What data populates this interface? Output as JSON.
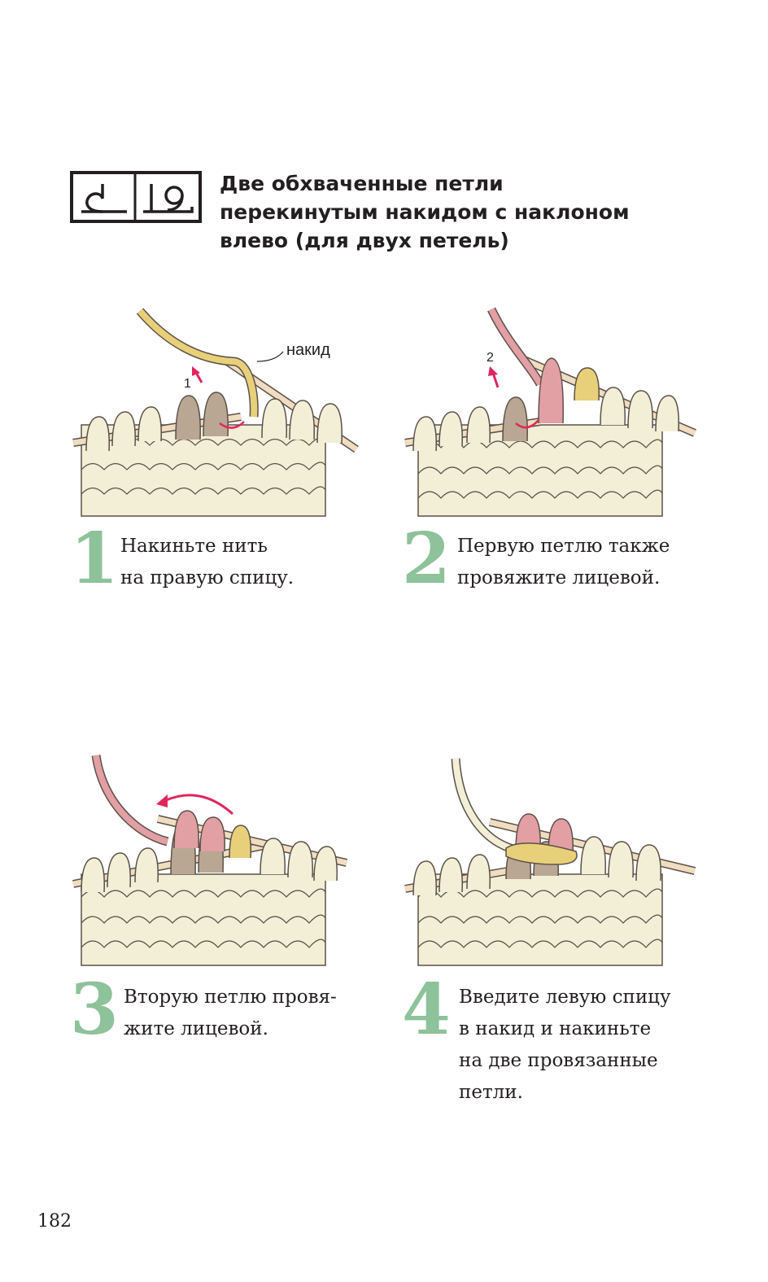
{
  "header": {
    "symbol_icon": "two-loops-crossed-yarnover-left-icon",
    "title": "Две обхваченные петли\nперекинутым накидом с наклоном\nвлево (для двух петель)"
  },
  "colors": {
    "accent_number": "#8ec29a",
    "fabric": "#f3eed6",
    "needle": "#f0dcc0",
    "yarn_yellow": "#e8d07a",
    "yarn_pink": "#e29fa4",
    "stitch_brown": "#b9a793",
    "arrow": "#e0265c"
  },
  "steps": [
    {
      "number": "1",
      "text": "Накиньте нить\nна правую спицу.",
      "labels": {
        "yarnover": "накид",
        "arrow_number": "1"
      }
    },
    {
      "number": "2",
      "text": "Первую петлю также\nпровяжите лицевой.",
      "labels": {
        "arrow_number": "2"
      }
    },
    {
      "number": "3",
      "text": "Вторую петлю провя-\nжите лицевой."
    },
    {
      "number": "4",
      "text": "Введите левую спицу\nв накид и накиньте\nна две провязанные\nпетли."
    }
  ],
  "page_number": "182"
}
